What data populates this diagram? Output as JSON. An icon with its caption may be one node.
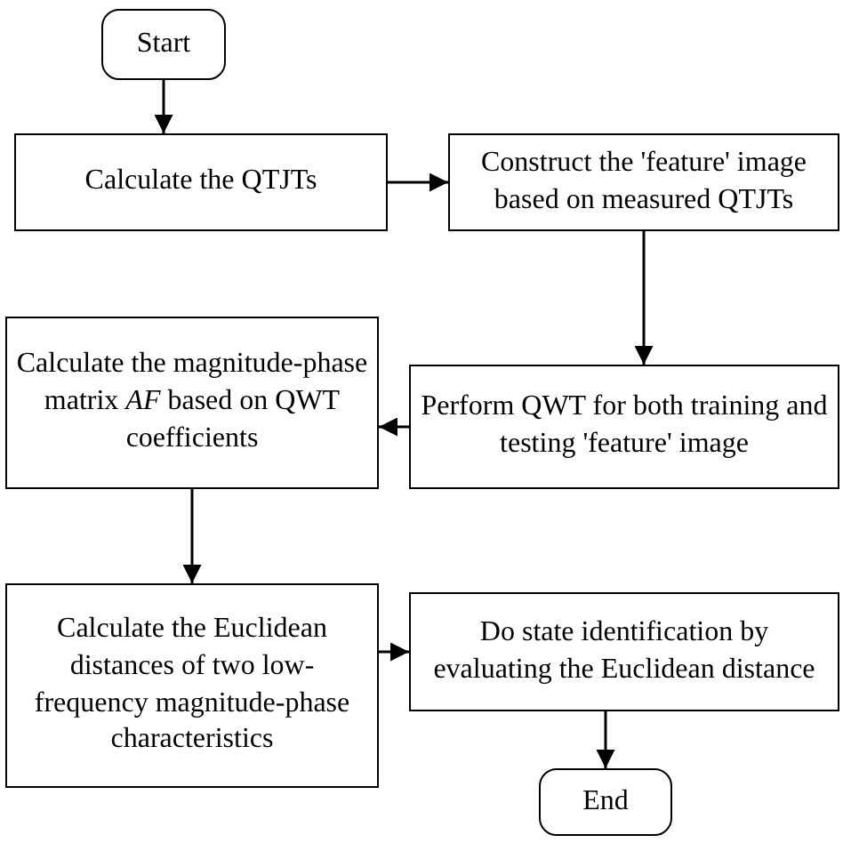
{
  "diagram": {
    "nodes": [
      {
        "text": [
          "Start"
        ]
      },
      {
        "text": [
          "Calculate the QTJTs"
        ]
      },
      {
        "text": [
          "Construct the 'feature' image based on measured QTJTs"
        ]
      },
      {
        "text": [
          "Perform QWT for both training and testing 'feature' image"
        ]
      },
      {
        "text": [
          "Calculate the magnitude-phase matrix *AF* based on QWT coefficients"
        ]
      },
      {
        "text": [
          "Calculate the Euclidean distances of two low-frequency magnitude-phase characteristics"
        ]
      },
      {
        "text": [
          "Do state identification by evaluating the Euclidean distance"
        ]
      },
      {
        "text": [
          "End"
        ]
      }
    ],
    "edges": [
      {
        "from": 0,
        "to": 1,
        "arrow": "to"
      },
      {
        "from": 1,
        "to": 2,
        "arrow": "to"
      },
      {
        "from": 2,
        "to": 3,
        "arrow": "to"
      },
      {
        "from": 3,
        "to": 4,
        "arrow": "to"
      },
      {
        "from": 4,
        "to": 5,
        "arrow": "to"
      },
      {
        "from": 5,
        "to": 6,
        "arrow": "to"
      },
      {
        "from": 6,
        "to": 7,
        "arrow": "to"
      }
    ]
  }
}
